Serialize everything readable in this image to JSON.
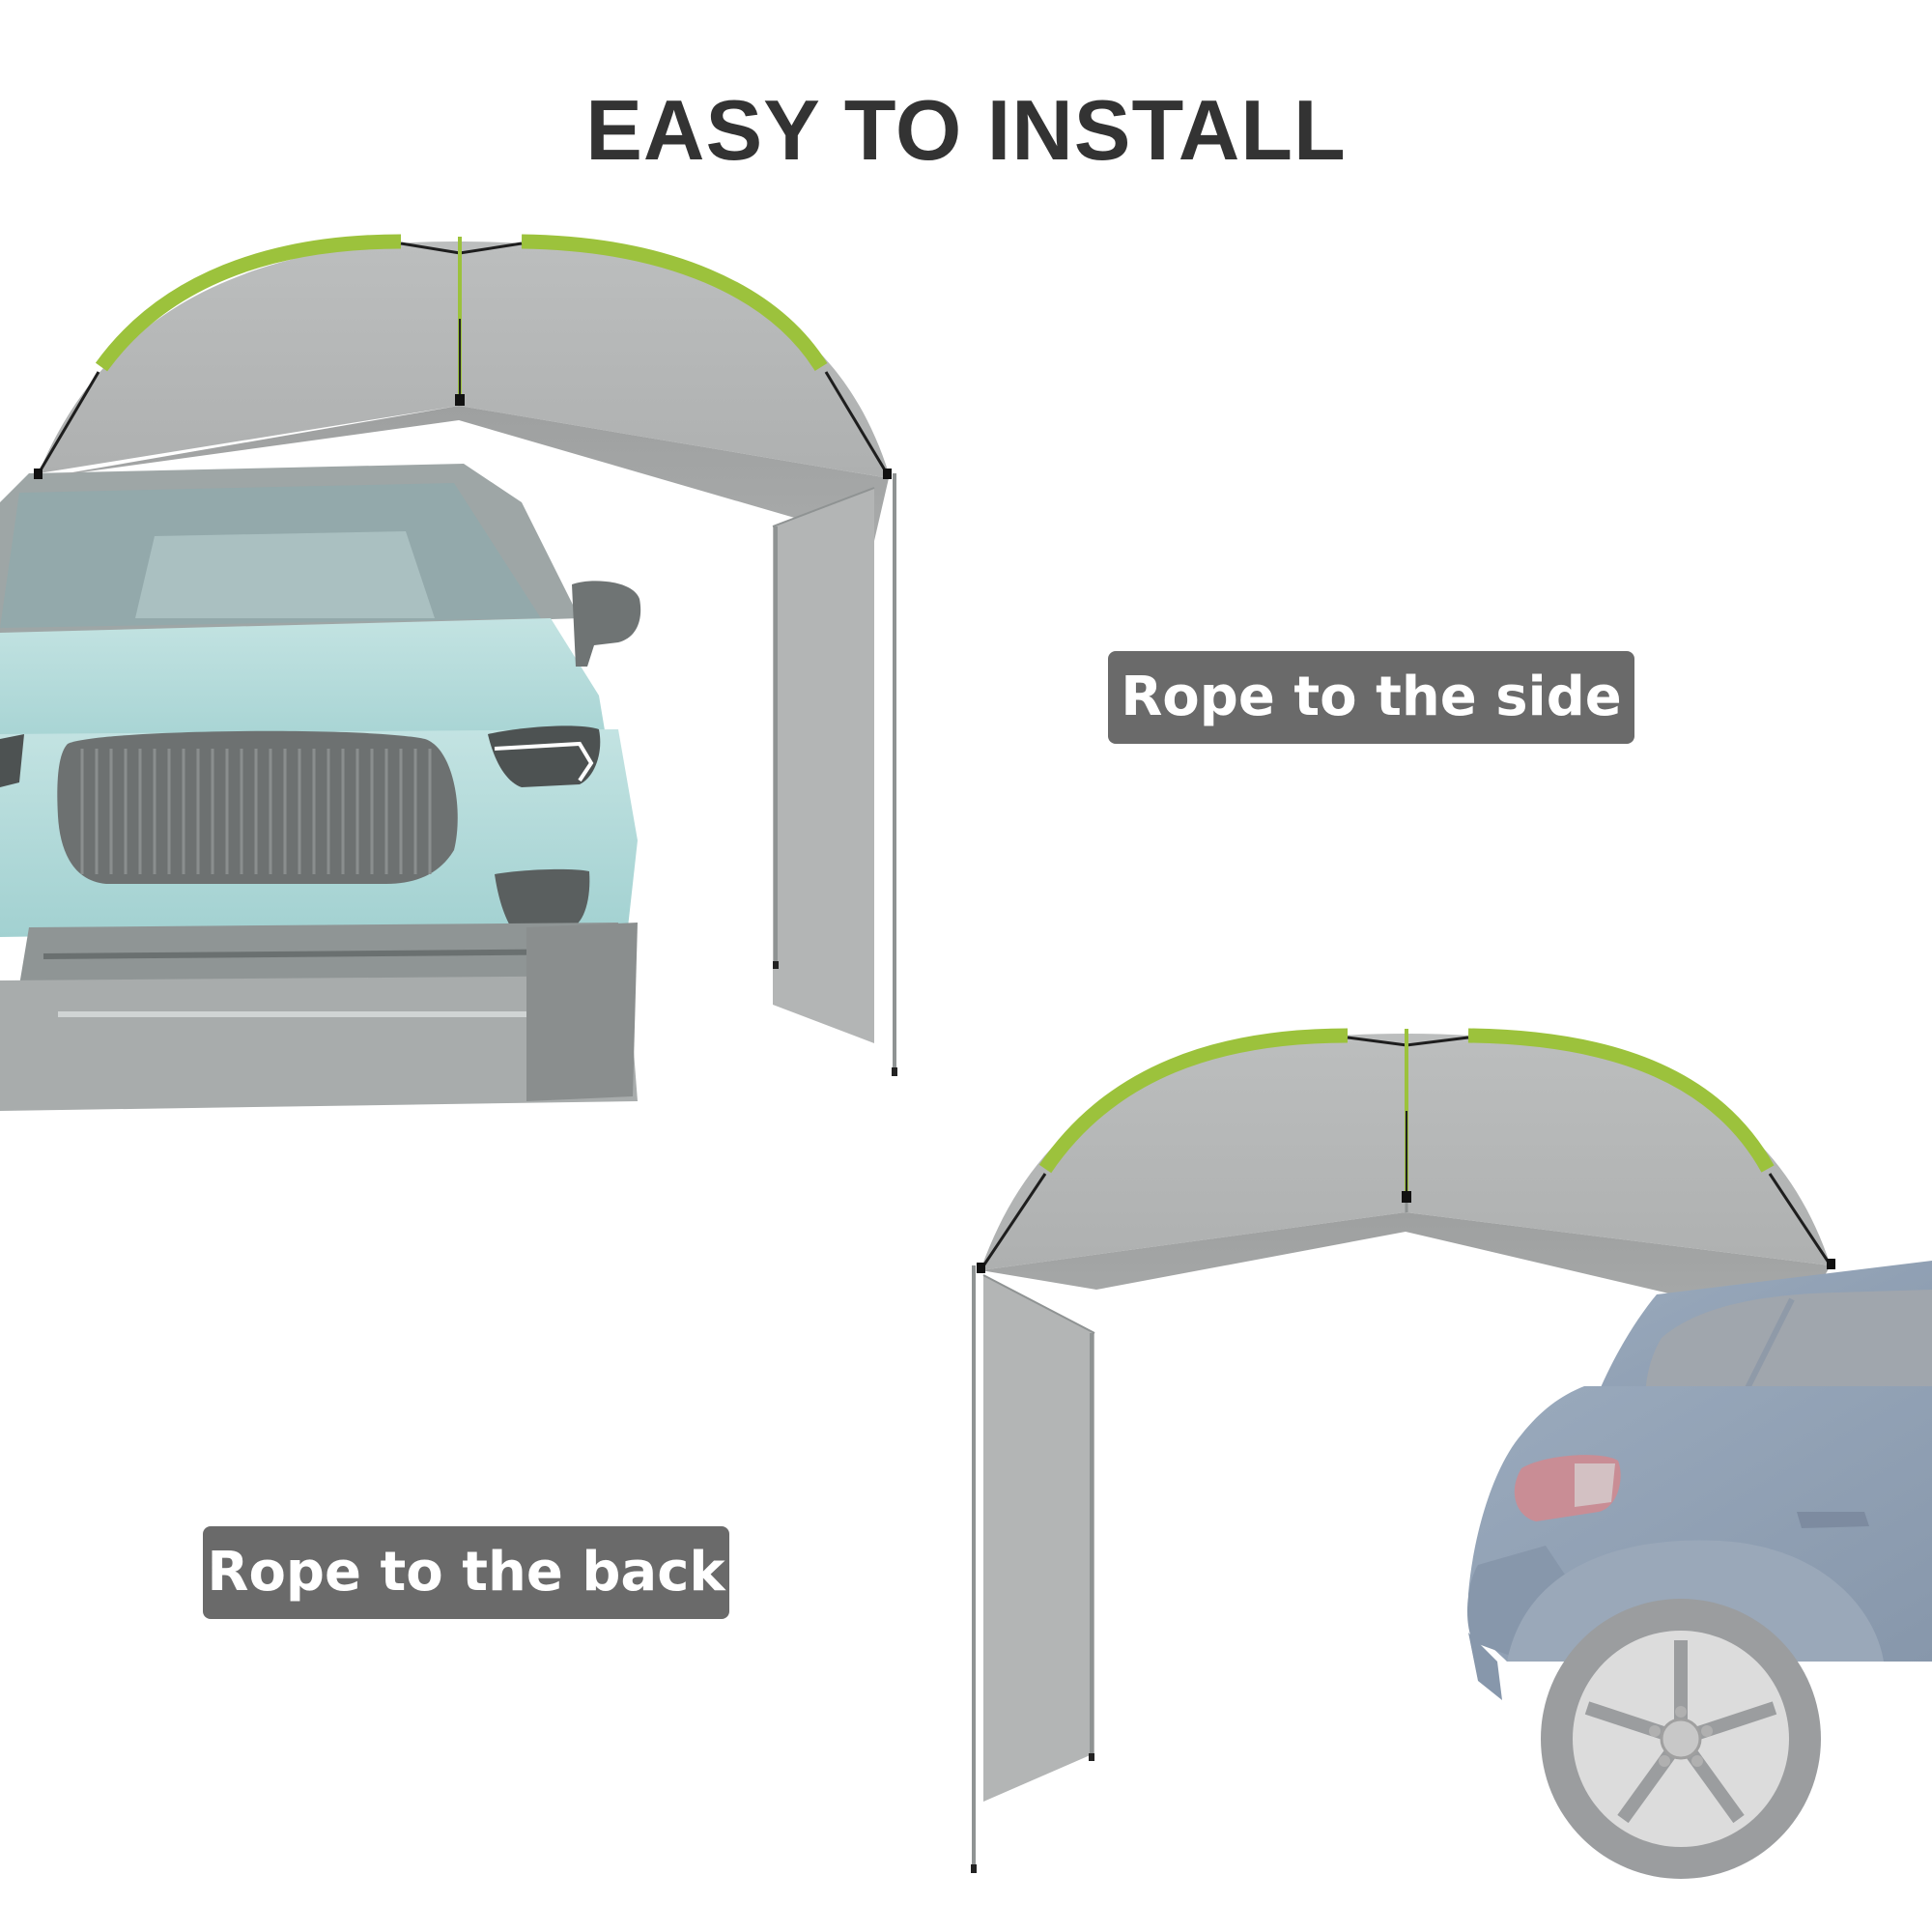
{
  "header": {
    "title": "EASY TO INSTALL"
  },
  "callouts": [
    {
      "label": "Rope to the side"
    },
    {
      "label": "Rope to the back"
    }
  ],
  "illustrations": [
    {
      "name": "awning-side-setup",
      "vehicle": "front-view-suv",
      "vehicle_color": "#a9d6d6"
    },
    {
      "name": "awning-back-setup",
      "vehicle": "rear-quarter-hatchback",
      "vehicle_color": "#8fa0b5"
    }
  ],
  "colors": {
    "title_text": "#333333",
    "callout_bg": "#6a6a6a",
    "callout_text": "#ffffff",
    "awning_fabric": "#b3b5b5",
    "awning_trim": "#9cc23c",
    "background": "#ffffff"
  }
}
